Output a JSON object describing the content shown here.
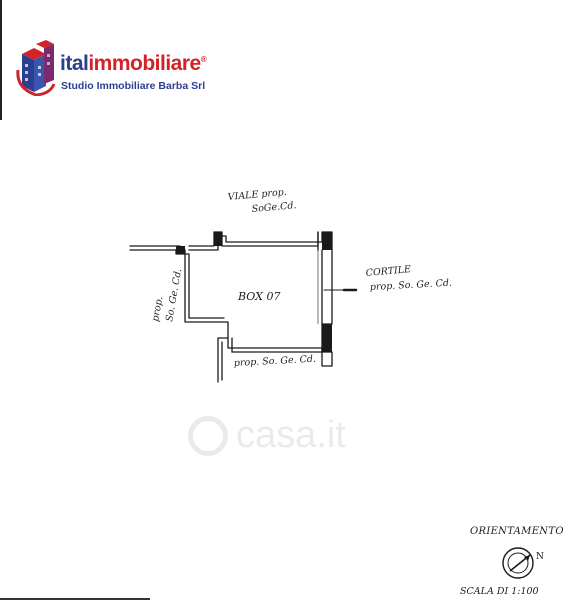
{
  "brand": {
    "name_part1": "ital",
    "name_part2": "immobiliare",
    "registered": "®",
    "subtitle": "Studio Immobiliare Barba Srl",
    "colors": {
      "primary": "#2b3f8f",
      "accent": "#d2232a"
    }
  },
  "plan": {
    "top_label_line1": "VIALE prop.",
    "top_label_line2": "SoGe.Cd.",
    "room_label": "BOX 07",
    "right_label_line1": "CORTILE",
    "right_label_line2": "prop. So. Ge. Cd.",
    "left_label_line1": "prop.",
    "left_label_line2": "So. Ge. Cd.",
    "bottom_label": "prop. So. Ge. Cd."
  },
  "watermark": {
    "text": "casa.it",
    "icon": "casa-logo-icon"
  },
  "orientation": {
    "title": "ORIENTAMENTO",
    "north_letter": "N",
    "scale": "SCALA DI 1:100"
  }
}
